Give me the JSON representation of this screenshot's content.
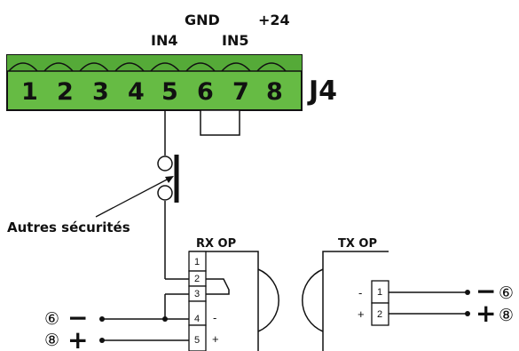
{
  "connector": {
    "name": "J4",
    "pins": [
      "1",
      "2",
      "3",
      "4",
      "5",
      "6",
      "7",
      "8"
    ],
    "top_labels": {
      "in4": "IN4",
      "gnd": "GND",
      "in5": "IN5",
      "plus24": "+24"
    },
    "body_color": "#66bb44"
  },
  "safety_label": "Autres sécurités",
  "rx": {
    "title": "RX OP",
    "terminals": [
      "1",
      "2",
      "3",
      "4",
      "5"
    ],
    "side_marks": {
      "minus": "-",
      "plus": "+"
    }
  },
  "tx": {
    "title": "TX OP",
    "terminals": [
      "1",
      "2"
    ],
    "side_marks": {
      "minus": "-",
      "plus": "+"
    }
  },
  "supply": {
    "left_minus_ref": "⑥",
    "left_plus_ref": "⑧",
    "right_minus_ref": "⑥",
    "right_plus_ref": "⑧",
    "minus_sign": "−",
    "plus_sign": "+"
  }
}
